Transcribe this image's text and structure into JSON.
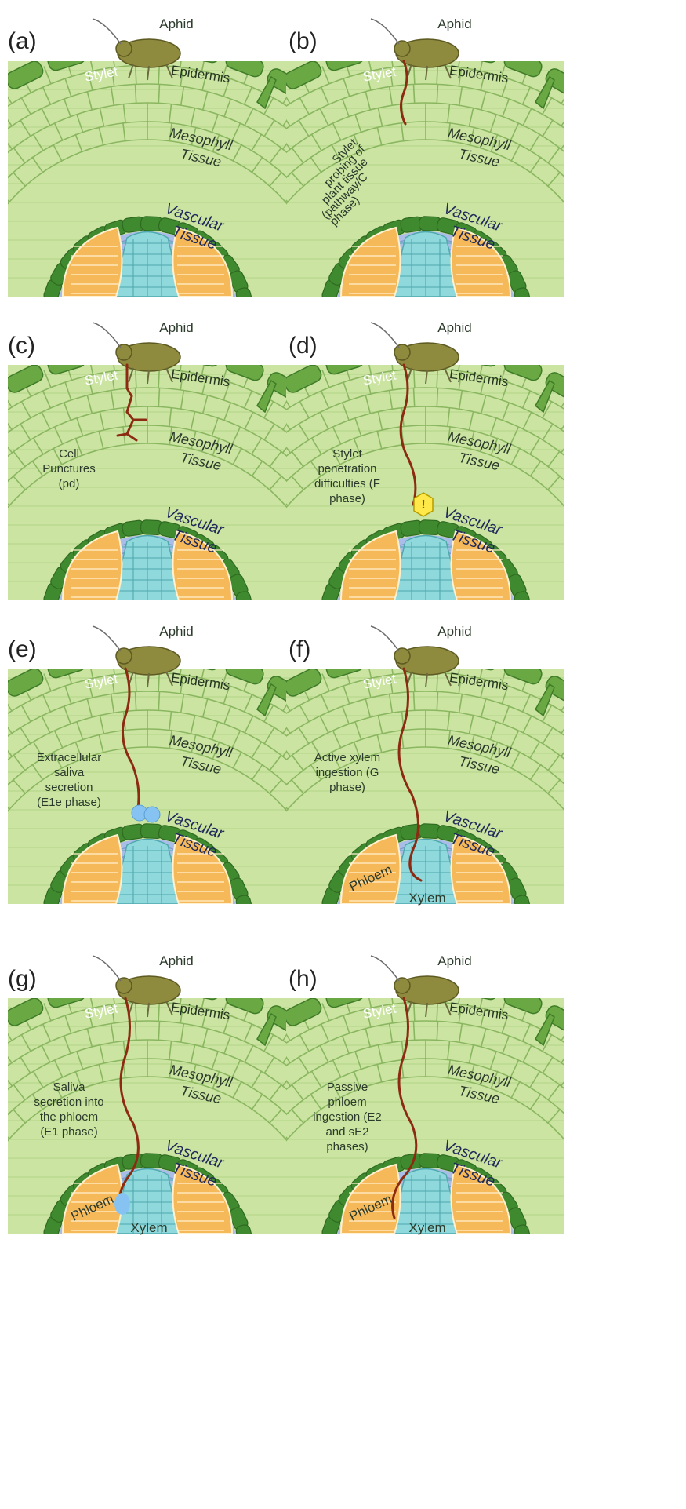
{
  "colors": {
    "background": "#ffffff",
    "mesophyll_fill": "#cbe4a2",
    "mesophyll_line": "#7faf55",
    "epidermis": "#6aa844",
    "epidermis_line": "#3f7c28",
    "bundle_sheath": "#3f8a2e",
    "vascular_ring": "#a9bde8",
    "vascular_cell_line": "#8097cc",
    "phloem": "#f6b95a",
    "phloem_line": "#fff1cf",
    "xylem": "#8fd9dc",
    "xylem_line": "#4fa8ad",
    "stylet": "#8c2a12",
    "saliva": "#86c3f2",
    "aphid": "#8e8a3e",
    "warning": "#ffe94a",
    "label_text": "#2b3a2a"
  },
  "common_labels": {
    "aphid": "Aphid",
    "stylet": "Stylet",
    "epidermis": "Epidermis",
    "mesophyll": [
      "Mesophyll",
      "Tissue"
    ],
    "vascular": [
      "Vascular",
      "Tissue"
    ],
    "phloem": "Phloem",
    "xylem": "Xylem"
  },
  "panels": [
    {
      "id": "a",
      "letter": "(a)",
      "stylet": "none",
      "show_tissue_labels": false,
      "description": []
    },
    {
      "id": "b",
      "letter": "(b)",
      "stylet": "short",
      "show_tissue_labels": false,
      "description": [
        "Stylet",
        "probing of",
        "plant tissue",
        "(pathway/C",
        "phase)"
      ]
    },
    {
      "id": "c",
      "letter": "(c)",
      "stylet": "puncture",
      "show_tissue_labels": false,
      "description": [
        "Cell",
        "Punctures",
        "(pd)"
      ]
    },
    {
      "id": "d",
      "letter": "(d)",
      "stylet": "blocked",
      "show_tissue_labels": false,
      "warning_symbol": "!",
      "description": [
        "Stylet",
        "penetration",
        "difficulties (F",
        "phase)"
      ]
    },
    {
      "id": "e",
      "letter": "(e)",
      "stylet": "saliva",
      "show_tissue_labels": false,
      "description": [
        "Extracellular",
        "saliva",
        "secretion",
        "(E1e phase)"
      ]
    },
    {
      "id": "f",
      "letter": "(f)",
      "stylet": "xylem",
      "show_tissue_labels": true,
      "description": [
        "Active xylem",
        "ingestion (G",
        "phase)"
      ]
    },
    {
      "id": "g",
      "letter": "(g)",
      "stylet": "phloem_saliva",
      "show_tissue_labels": true,
      "description": [
        "Saliva",
        "secretion into",
        "the phloem",
        "(E1 phase)"
      ]
    },
    {
      "id": "h",
      "letter": "(h)",
      "stylet": "phloem",
      "show_tissue_labels": true,
      "description": [
        "Passive",
        "phloem",
        "ingestion (E2",
        "and sE2",
        "phases)"
      ]
    }
  ]
}
